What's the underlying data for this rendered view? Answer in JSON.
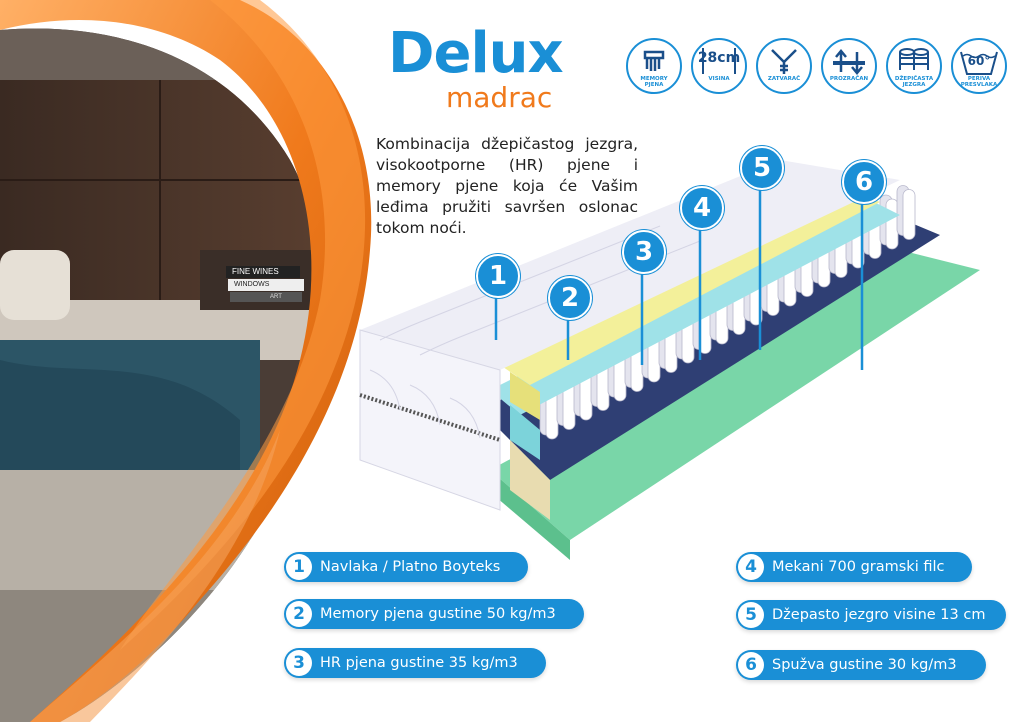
{
  "brand": {
    "name": "Delux",
    "subtitle": "madrac"
  },
  "description": "Kombinacija džepičastog jezgra, visokootporne (HR) pjene i memory pjene koja će Vašim leđima pružiti savršen oslonac tokom noći.",
  "colors": {
    "accent": "#1a8fd6",
    "orange": "#f07a1c"
  },
  "features": [
    {
      "icon": "memory-foam-icon",
      "label": "MEMORY PJENA"
    },
    {
      "icon": "height-icon",
      "value": "28cm",
      "label": "VISINA"
    },
    {
      "icon": "zipper-icon",
      "label": "ZATVARAČ"
    },
    {
      "icon": "ventilation-icon",
      "label": "PROZRAČAN"
    },
    {
      "icon": "pocket-spring-icon",
      "label": "DŽEPIČASTA JEZGRA"
    },
    {
      "icon": "washable-cover-icon",
      "value": "60°",
      "label": "PERIVA PRESVLAKA"
    }
  ],
  "books": [
    "FINE WINES",
    "WINDOWS",
    "ART"
  ],
  "layer_numbers": [
    "1",
    "2",
    "3",
    "4",
    "5",
    "6"
  ],
  "legend": [
    {
      "num": "1",
      "text": "Navlaka / Platno Boyteks"
    },
    {
      "num": "2",
      "text": "Memory pjena gustine 50 kg/m3"
    },
    {
      "num": "3",
      "text": "HR pjena gustine 35 kg/m3"
    },
    {
      "num": "4",
      "text": "Mekani 700 gramski filc"
    },
    {
      "num": "5",
      "text": "Džepasto jezgro visine 13 cm"
    },
    {
      "num": "6",
      "text": "Spužva gustine 30 kg/m3"
    }
  ]
}
